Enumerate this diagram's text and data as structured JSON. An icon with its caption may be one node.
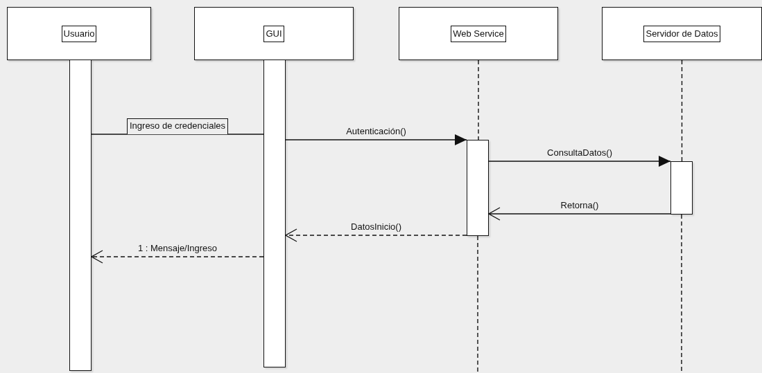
{
  "diagram": {
    "nodes": [
      {
        "text": [
          "Usuario"
        ]
      },
      {
        "text": [
          "GUI"
        ]
      },
      {
        "text": [
          "Web Service"
        ]
      },
      {
        "text": [
          "Servidor de Datos"
        ]
      },
      {
        "text": [],
        "shape": "bar"
      },
      {
        "text": [],
        "shape": "bar"
      },
      {
        "text": [],
        "shape": "bar"
      },
      {
        "text": [],
        "shape": "bar"
      }
    ],
    "edges": [
      {
        "from": 2,
        "to": 6,
        "arrow": "none",
        "style": "dashed"
      },
      {
        "from": 6,
        "to": null,
        "arrow": "none",
        "style": "dashed"
      },
      {
        "from": 3,
        "to": 7,
        "arrow": "none",
        "style": "dashed"
      },
      {
        "from": 7,
        "to": null,
        "arrow": "none",
        "style": "dashed"
      },
      {
        "from": 4,
        "to": 5,
        "arrow": "none",
        "label": "Ingreso de credenciales"
      },
      {
        "from": 5,
        "to": 6,
        "arrow": "to",
        "label": "Autenticación()"
      },
      {
        "from": 6,
        "to": 7,
        "arrow": "to",
        "label": "ConsultaDatos()"
      },
      {
        "from": 7,
        "to": 6,
        "arrow": "to",
        "label": "Retorna()"
      },
      {
        "from": 6,
        "to": 5,
        "arrow": "to",
        "label": "DatosInicio()",
        "style": "dashed"
      },
      {
        "from": 5,
        "to": 4,
        "arrow": "to",
        "label": "1 : Mensaje/Ingreso",
        "style": "dashed"
      }
    ]
  }
}
